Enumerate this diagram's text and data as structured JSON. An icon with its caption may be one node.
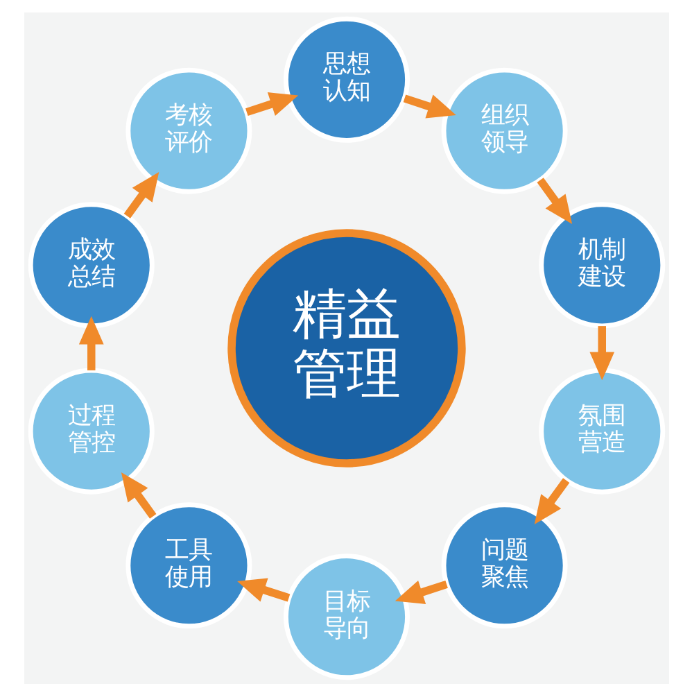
{
  "diagram": {
    "nodes": [
      {
        "text": [
          "精益管理"
        ]
      },
      {
        "text": [
          "思想认知"
        ]
      },
      {
        "text": [
          "组织领导"
        ]
      },
      {
        "text": [
          "机制建设"
        ]
      },
      {
        "text": [
          "氛围营造"
        ]
      },
      {
        "text": [
          "问题聚焦"
        ]
      },
      {
        "text": [
          "目标导向"
        ]
      },
      {
        "text": [
          "工具使用"
        ]
      },
      {
        "text": [
          "过程管控"
        ]
      },
      {
        "text": [
          "成效总结"
        ]
      },
      {
        "text": [
          "考核评价"
        ]
      }
    ],
    "edges": [
      {
        "from": 1,
        "to": 2,
        "arrow": "to"
      },
      {
        "from": 2,
        "to": 3,
        "arrow": "to"
      },
      {
        "from": 3,
        "to": 4,
        "arrow": "to"
      },
      {
        "from": 4,
        "to": 5,
        "arrow": "to"
      },
      {
        "from": 5,
        "to": 6,
        "arrow": "to"
      },
      {
        "from": 6,
        "to": 7,
        "arrow": "to"
      },
      {
        "from": 7,
        "to": 8,
        "arrow": "to"
      },
      {
        "from": 8,
        "to": 9,
        "arrow": "to"
      },
      {
        "from": 9,
        "to": 10,
        "arrow": "to"
      },
      {
        "from": 10,
        "to": 1,
        "arrow": "to"
      }
    ]
  }
}
